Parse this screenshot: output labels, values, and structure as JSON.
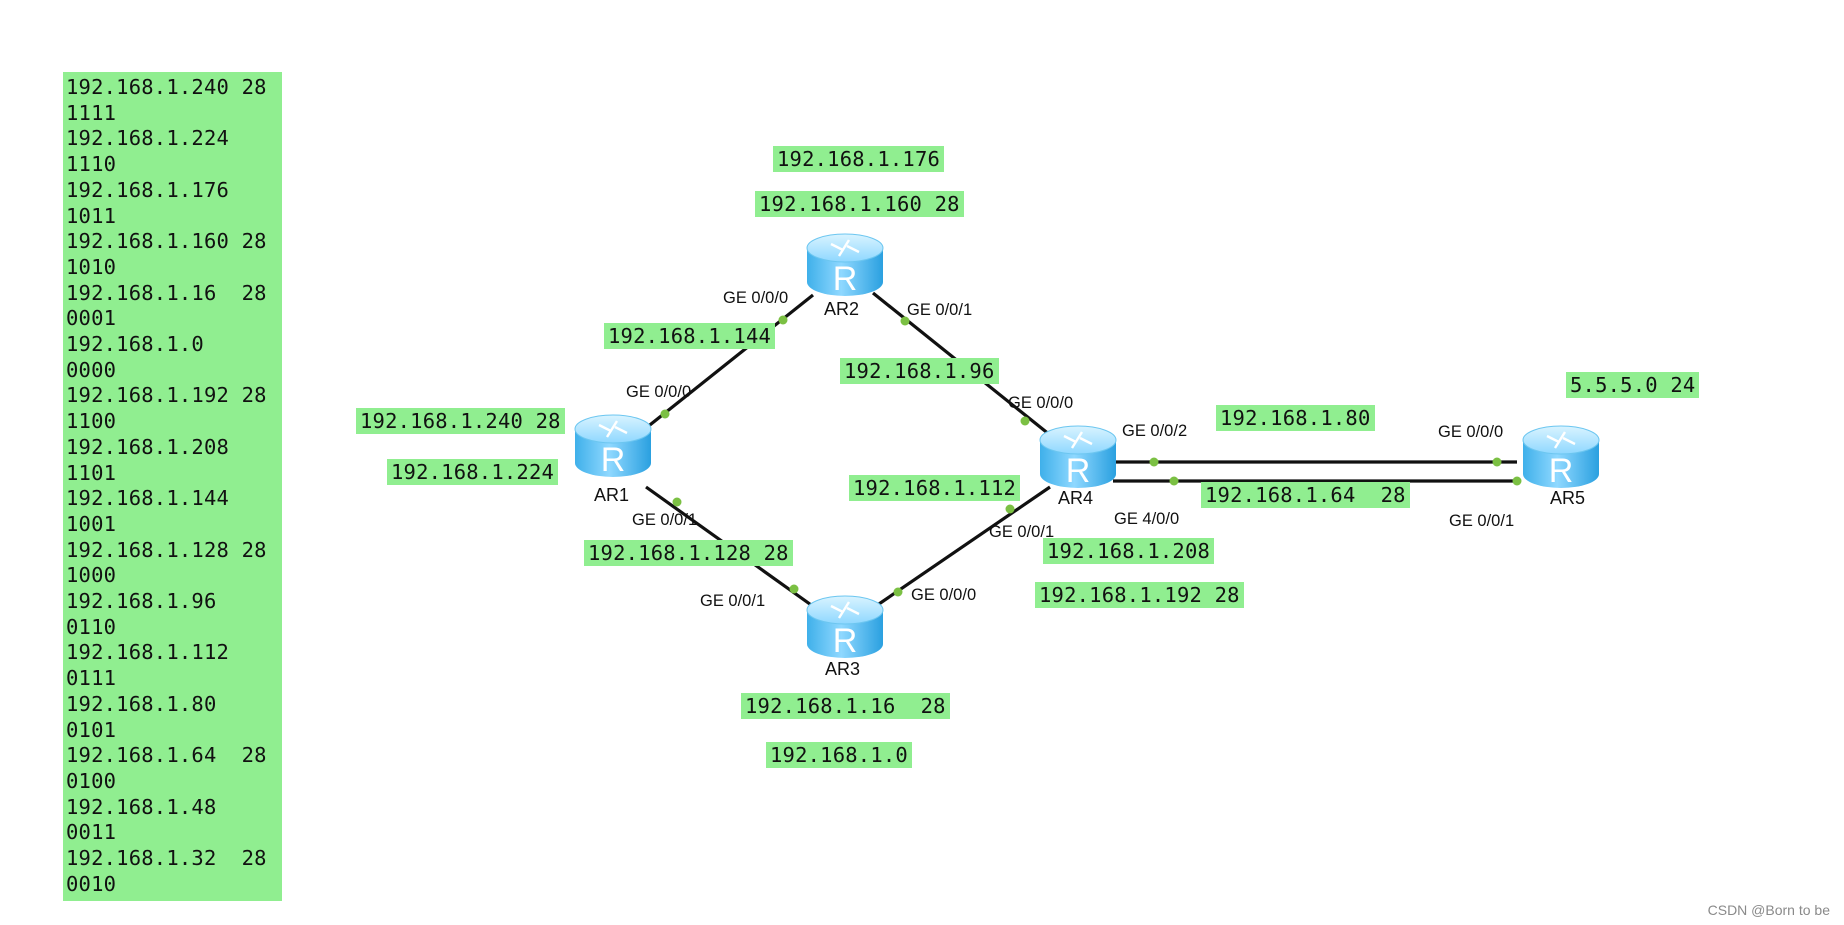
{
  "subnet_list": [
    "192.168.1.240 28",
    "1111",
    "192.168.1.224",
    "1110",
    "192.168.1.176",
    "1011",
    "192.168.1.160 28",
    "1010",
    "192.168.1.16  28",
    "0001",
    "192.168.1.0",
    "0000",
    "192.168.1.192 28",
    "1100",
    "192.168.1.208",
    "1101",
    "192.168.1.144",
    "1001",
    "192.168.1.128 28",
    "1000",
    "192.168.1.96",
    "0110",
    "192.168.1.112",
    "0111",
    "192.168.1.80",
    "0101",
    "192.168.1.64  28",
    "0100",
    "192.168.1.48",
    "0011",
    "192.168.1.32  28",
    "0010"
  ],
  "routers": {
    "ar1": "AR1",
    "ar2": "AR2",
    "ar3": "AR3",
    "ar4": "AR4",
    "ar5": "AR5"
  },
  "ports": {
    "ar2_g000": "GE 0/0/0",
    "ar2_g001": "GE 0/0/1",
    "ar1_g000": "GE 0/0/0",
    "ar1_g001": "GE 0/0/1",
    "ar4_g000": "GE 0/0/0",
    "ar4_g002": "GE 0/0/2",
    "ar4_g001": "GE 0/0/1",
    "ar4_g400": "GE 4/0/0",
    "ar3_g001": "GE 0/0/1",
    "ar3_g000": "GE 0/0/0",
    "ar5_g000": "GE 0/0/0",
    "ar5_g001": "GE 0/0/1"
  },
  "tags": {
    "ar2_top": "192.168.1.176",
    "ar2_bottom": "192.168.1.160 28",
    "ar1_ar2_link": "192.168.1.144",
    "ar2_ar4_link": "192.168.1.96",
    "ar1_top": "192.168.1.240 28",
    "ar1_bottom": "192.168.1.224",
    "ar3_ar4_link": "192.168.1.112",
    "ar1_ar3_link": "192.168.1.128 28",
    "ar4_ar5_top": "192.168.1.80",
    "ar4_ar5_bottom": "192.168.1.64  28",
    "ar5_loop": "5.5.5.0 24",
    "ar4_top": "192.168.1.208",
    "ar4_bottom": "192.168.1.192 28",
    "ar3_top": "192.168.1.16  28",
    "ar3_bottom": "192.168.1.0"
  },
  "colors": {
    "tag_bg": "#90ee90",
    "router_light": "#bfeaff",
    "router_mid": "#4fc3f7",
    "router_dark": "#1e9fe0",
    "link": "#111111",
    "port_dot": "#7bc043"
  },
  "watermark": "CSDN @Born to be"
}
